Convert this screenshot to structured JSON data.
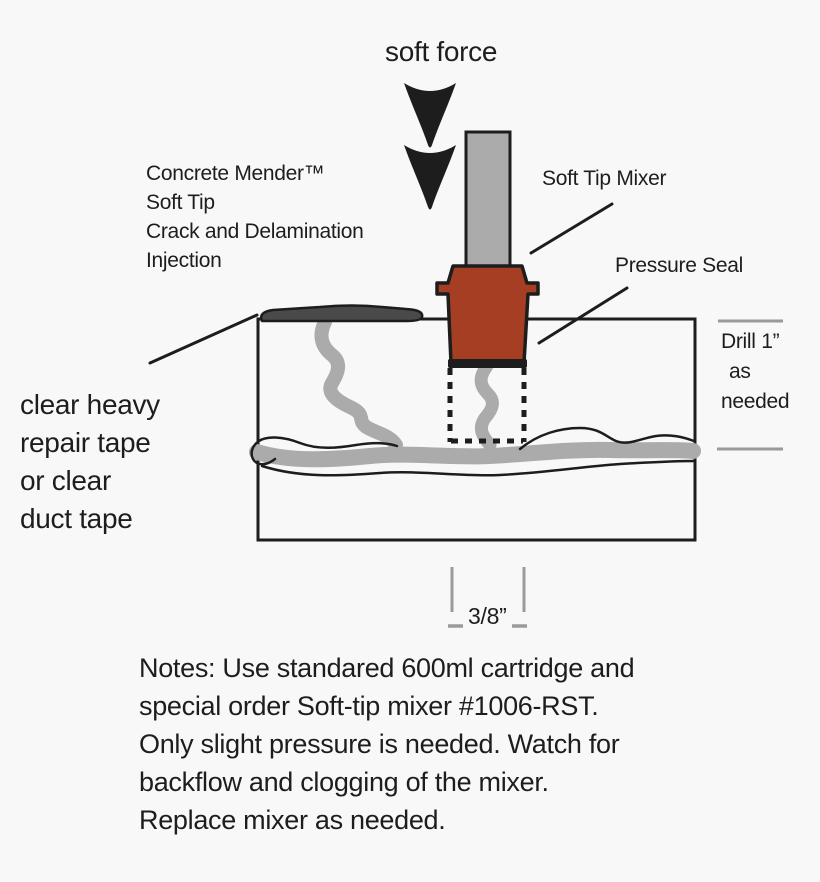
{
  "colors": {
    "background": "#F8F8F8",
    "ink": "#1D1D1D",
    "mixer_red": "#A53E23",
    "metal_gray": "#ABABAB",
    "crack_gray": "#ABABAB",
    "tape_dark": "#4A4A4A",
    "measure_gray": "#9A9A9A"
  },
  "labels": {
    "soft_force": "soft force",
    "product_lines": [
      "Concrete Mender™",
      "Soft Tip",
      "Crack and Delamination",
      "Injection"
    ],
    "soft_tip_mixer": "Soft Tip Mixer",
    "pressure_seal": "Pressure Seal",
    "drill_lines": [
      "Drill 1”",
      "as",
      "needed"
    ],
    "tape_lines": [
      "clear heavy",
      "repair tape",
      "or clear",
      "duct tape"
    ],
    "gap_width": "3/8”"
  },
  "notes_lines": [
    "Notes: Use standared 600ml cartridge and",
    "special order Soft-tip mixer #1006-RST.",
    "Only slight pressure is needed. Watch for",
    "backflow and clogging of the mixer.",
    "Replace mixer as needed."
  ],
  "icons": {
    "force_arrows": "double-down-chevron-arrow"
  }
}
